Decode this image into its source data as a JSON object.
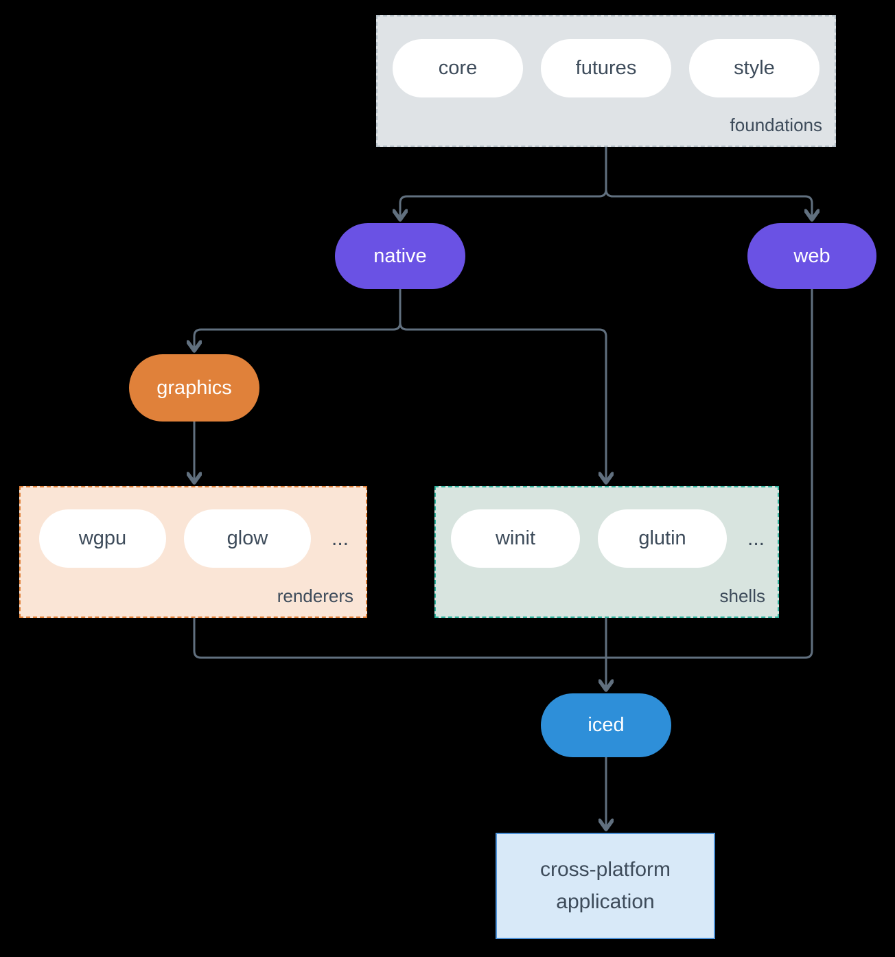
{
  "diagram": {
    "title_implicit": "iced crate ecosystem",
    "groups": {
      "foundations": {
        "label": "foundations",
        "pills": [
          "core",
          "futures",
          "style"
        ]
      },
      "renderers": {
        "label": "renderers",
        "pills": [
          "wgpu",
          "glow"
        ],
        "more": "..."
      },
      "shells": {
        "label": "shells",
        "pills": [
          "winit",
          "glutin"
        ],
        "more": "..."
      }
    },
    "nodes": {
      "native": "native",
      "web": "web",
      "graphics": "graphics",
      "iced": "iced",
      "application": "cross-platform application"
    },
    "colors": {
      "background": "#000000",
      "foundations_bg": "#dfe3e6",
      "foundations_border": "#b3bec6",
      "renderers_bg": "#fae5d6",
      "renderers_border": "#e0813a",
      "shells_bg": "#d8e4df",
      "shells_border": "#32b39e",
      "purple_node": "#6a52e4",
      "orange_node": "#e0813a",
      "blue_node": "#2e8fd9",
      "application_bg": "#d8e9f8",
      "application_border": "#4d92d9",
      "pill_bg": "#ffffff",
      "text_dark": "#3d4b5a",
      "connector": "#61707f"
    }
  }
}
